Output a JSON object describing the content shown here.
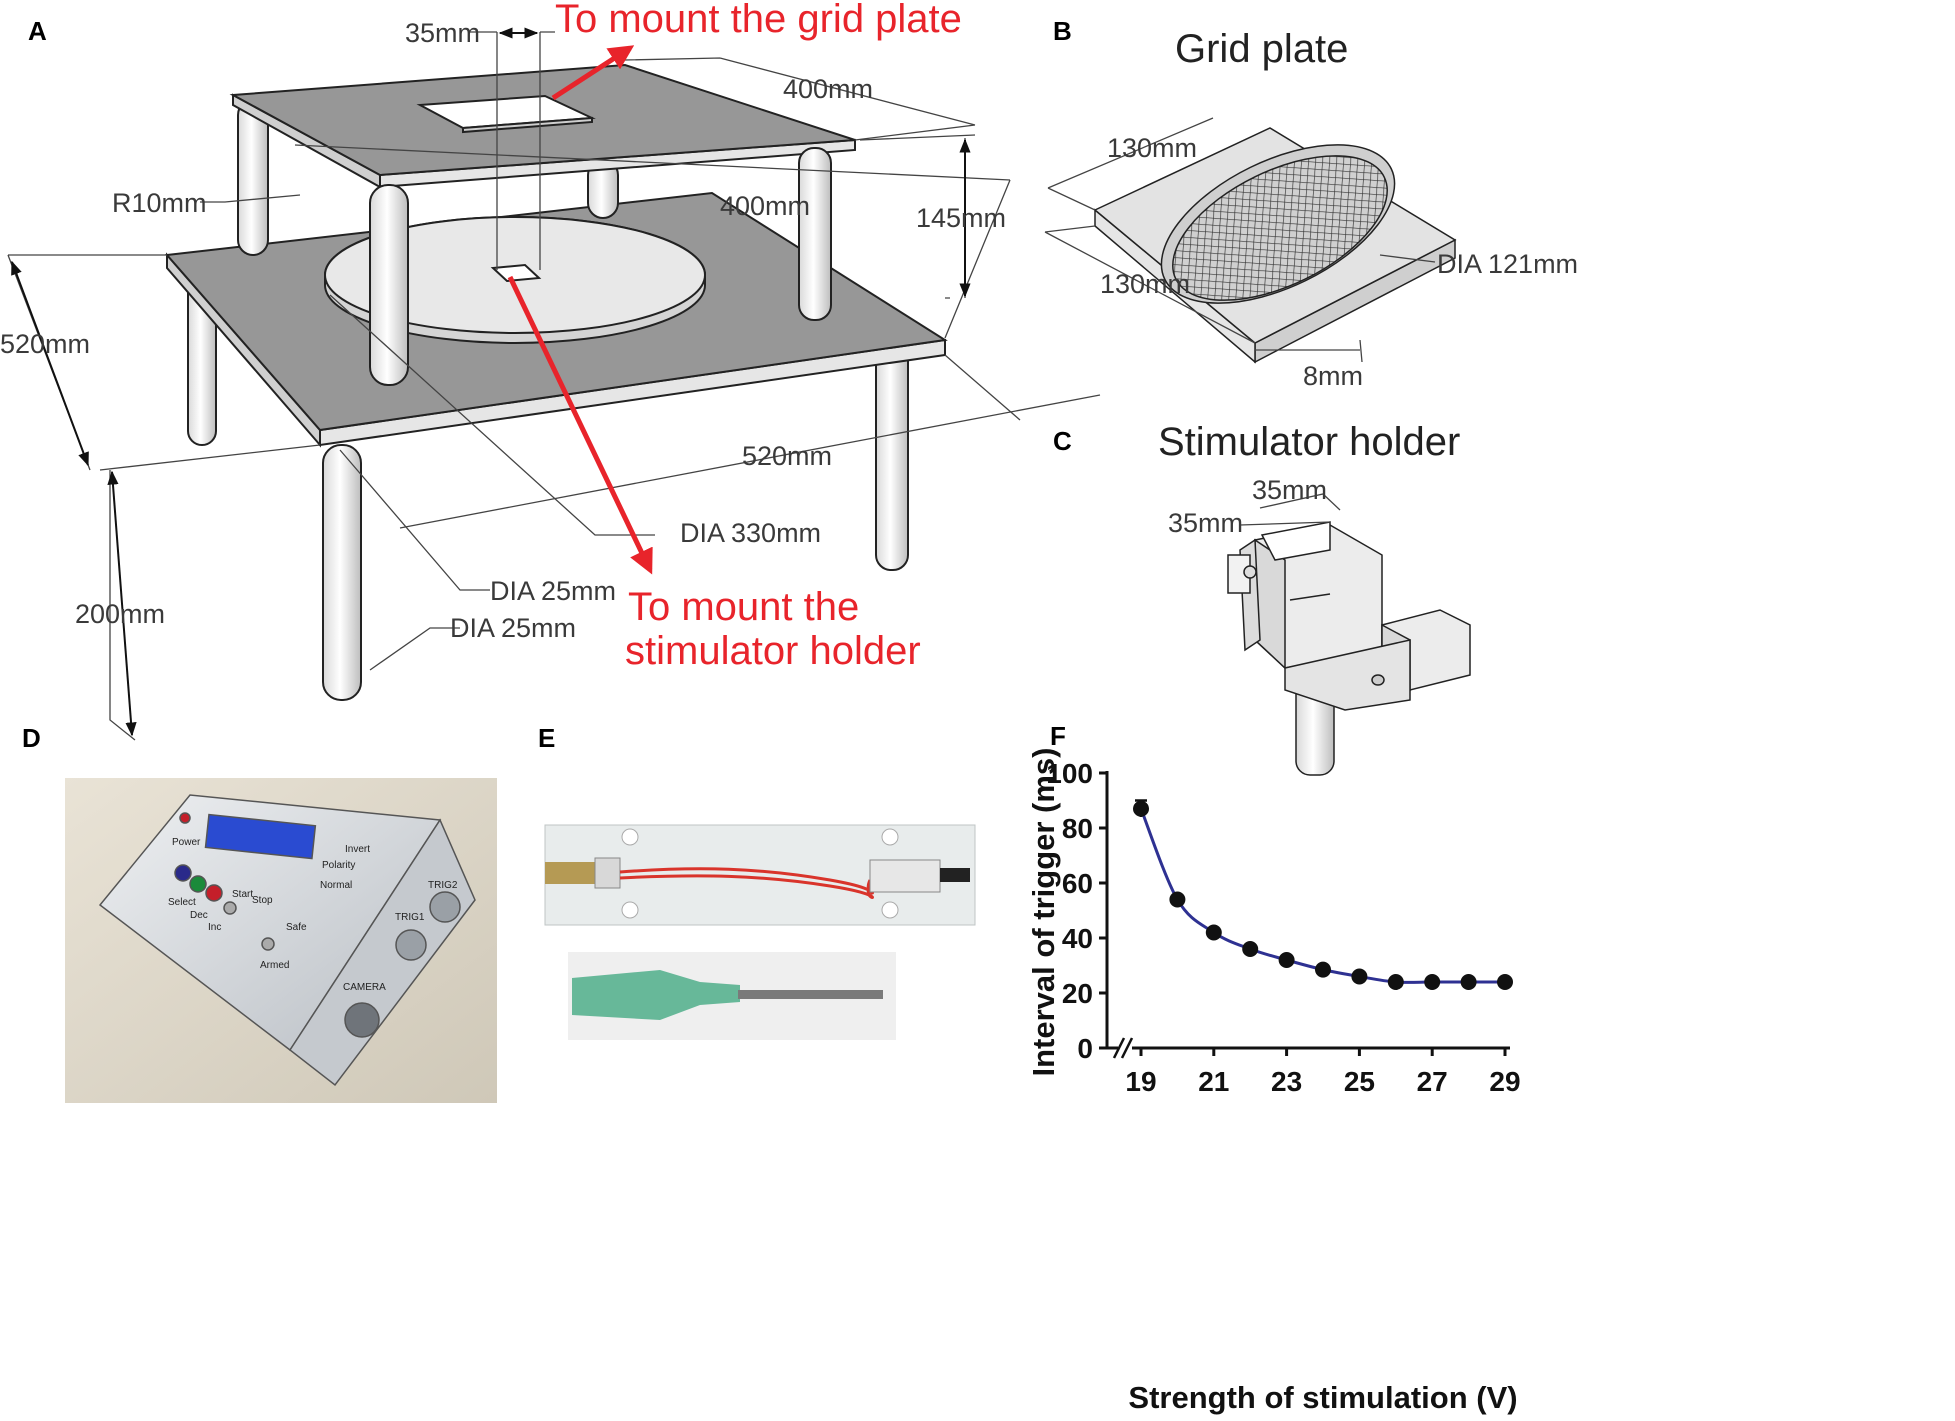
{
  "panels": {
    "A": {
      "letter": "A",
      "dims": {
        "d35": "35mm",
        "d400_top": "400mm",
        "r10": "R10mm",
        "d400_mid": "400mm",
        "d145": "145mm",
        "d520_left": "520mm",
        "d520_bottom": "520mm",
        "dia330": "DIA 330mm",
        "dia25_a": "DIA 25mm",
        "dia25_b": "DIA 25mm",
        "d200": "200mm"
      },
      "callout_grid": "To mount the grid plate",
      "callout_stim_1": "To mount the",
      "callout_stim_2": "stimulator holder"
    },
    "B": {
      "letter": "B",
      "title": "Grid plate",
      "dims": {
        "d130_top": "130mm",
        "d130_bottom": "130mm",
        "dia121": "DIA 121mm",
        "d8": "8mm"
      }
    },
    "C": {
      "letter": "C",
      "title": "Stimulator holder",
      "dims": {
        "d35_a": "35mm",
        "d35_b": "35mm"
      }
    },
    "D": {
      "letter": "D",
      "device": {
        "invert": "Invert",
        "polarity": "Polarity",
        "normal": "Normal",
        "start": "Start",
        "stop": "Stop",
        "select": "Select",
        "dec": "Dec",
        "inc": "Inc",
        "safe": "Safe",
        "armed": "Armed",
        "trig1": "TRIG1",
        "trig2": "TRIG2",
        "camera": "CAMERA",
        "power": "Power"
      }
    },
    "E": {
      "letter": "E"
    },
    "F": {
      "letter": "F"
    }
  },
  "colors": {
    "callout": "#e8242b",
    "plate": "#979797",
    "series": "#2e3192",
    "marker": "#111111"
  },
  "chart_data": {
    "type": "line",
    "xlabel": "Strength of stimulation (V)",
    "ylabel": "Interval of trigger (ms)",
    "xlim": [
      19,
      29
    ],
    "ylim": [
      0,
      100
    ],
    "xticks": [
      "19",
      "21",
      "23",
      "25",
      "27",
      "29"
    ],
    "yticks": [
      "0",
      "20",
      "40",
      "60",
      "80",
      "100"
    ],
    "axis_break": true,
    "x": [
      19,
      20,
      21,
      22,
      23,
      24,
      25,
      26,
      27,
      28,
      29
    ],
    "y": [
      87,
      54,
      42,
      36,
      32,
      28.5,
      26,
      24,
      24,
      24,
      24
    ],
    "error": [
      3,
      1,
      1,
      1,
      1,
      1,
      1,
      1,
      1,
      1,
      1
    ]
  }
}
